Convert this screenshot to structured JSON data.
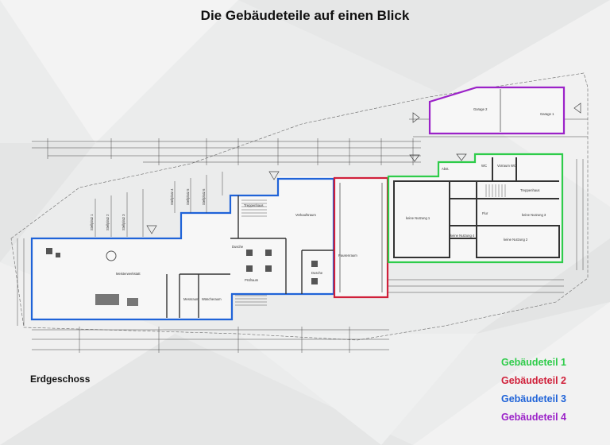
{
  "title": "Die Gebäudeteile auf einen Blick",
  "floor_label": "Erdgeschoss",
  "legend": [
    {
      "label": "Gebäudeteil 1",
      "color": "#2ecc4a"
    },
    {
      "label": "Gebäudeteil 2",
      "color": "#d0203a"
    },
    {
      "label": "Gebäudeteil 3",
      "color": "#1f63d8"
    },
    {
      "label": "Gebäudeteil 4",
      "color": "#9b22c8"
    }
  ],
  "rooms": {
    "garage2": "Garage 2",
    "garage1": "Garage 1",
    "wc": "WC",
    "vorraum_wc": "Vorraum WC",
    "abst": "Abst.",
    "treppenhaus": "Treppenhaus",
    "flur": "Flur",
    "keine_nutzung_1": "keine Nutzung 1",
    "keine_nutzung_2": "keine Nutzung 2",
    "keine_nutzung_3": "keine Nutzung 3",
    "keine_nutzung_4": "keine Nutzung 4",
    "pausenraum": "Pausenraum",
    "verkaufsraum": "Verkaufsraum",
    "treppenhaus_b": "Treppenhaus",
    "dusche": "Dusche",
    "pruefraum": "Prüfraum",
    "meisterwerkstatt": "Meisterwerkstatt",
    "messraum": "Messraum",
    "waschraum": "Wäscheraum",
    "stellplatz_1": "Stellplatz 1",
    "stellplatz_2": "Stellplatz 2",
    "stellplatz_3": "Stellplatz 3",
    "stellplatz_4": "Stellplatz 4",
    "stellplatz_5": "Stellplatz 5",
    "stellplatz_6": "Stellplatz 6"
  }
}
